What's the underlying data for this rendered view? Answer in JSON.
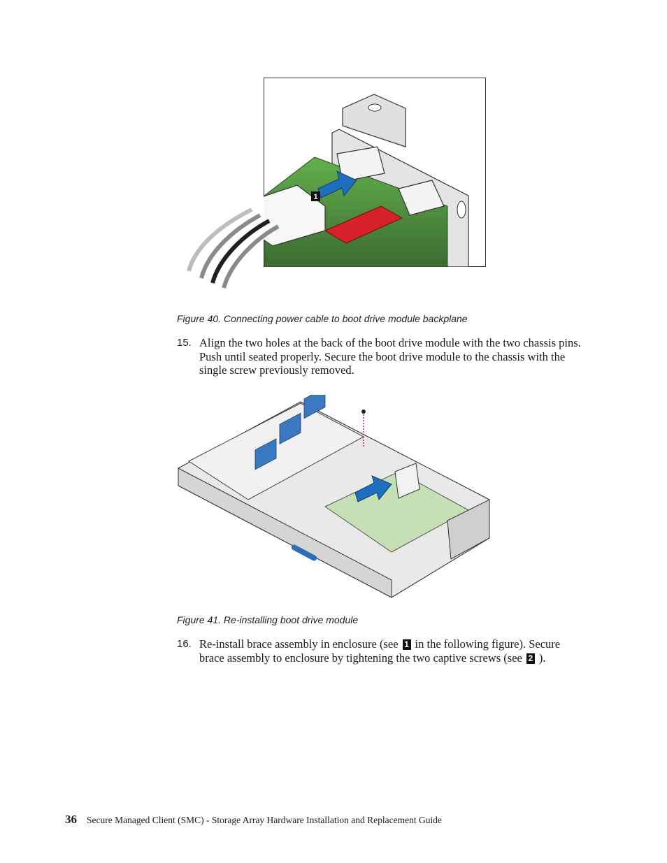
{
  "figure40": {
    "callout": "1",
    "caption": "Figure 40. Connecting power cable to boot drive module backplane"
  },
  "step15": {
    "number": "15.",
    "text": "Align the two holes at the back of the boot drive module with the two chassis pins. Push until seated properly. Secure the boot drive module to the chassis with the single screw previously removed."
  },
  "figure41": {
    "caption": "Figure 41. Re-installing boot drive module"
  },
  "step16": {
    "number": "16.",
    "text_a": "Re-install brace assembly in enclosure (see",
    "callout_a": "1",
    "text_b": "in the following figure). Secure brace assembly to enclosure by tightening the two captive screws (see",
    "callout_b": "2",
    "text_c": ")."
  },
  "footer": {
    "page_number": "36",
    "title": "Secure Managed Client (SMC) - Storage Array Hardware Installation and Replacement Guide"
  },
  "colors": {
    "board_green": "#5aa542",
    "arrow_blue": "#1f6fc0",
    "latch_red": "#d8222a",
    "module_green": "#c5e0b4"
  }
}
